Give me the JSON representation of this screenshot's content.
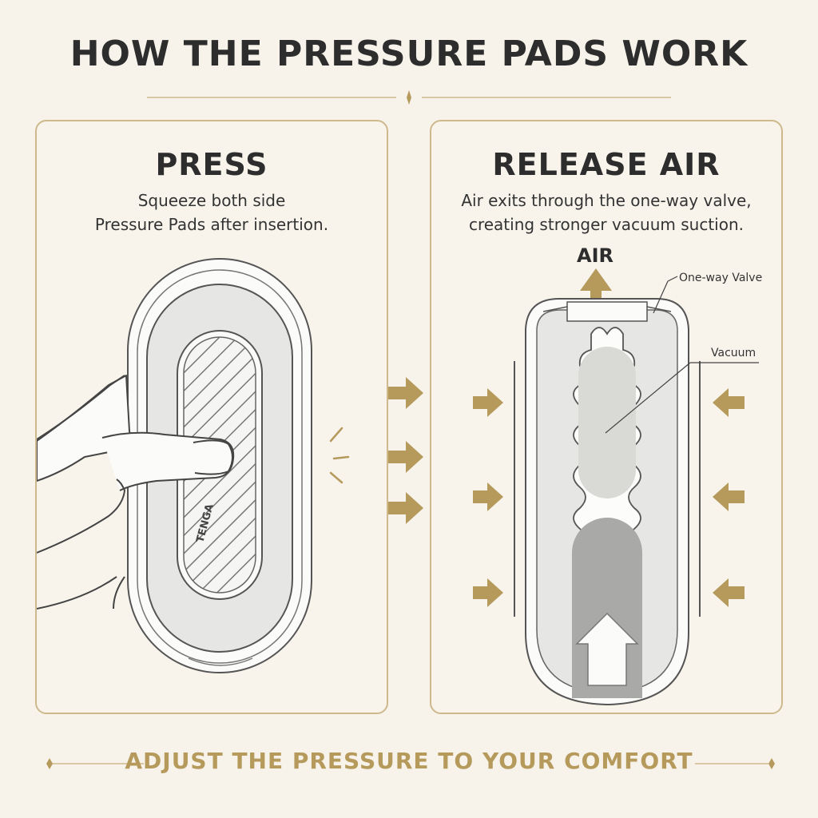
{
  "title": "HOW THE PRESSURE PADS WORK",
  "left_panel": {
    "heading": "PRESS",
    "desc_line1": "Squeeze both side",
    "desc_line2": "Pressure Pads after insertion.",
    "logo_text": "TENGA"
  },
  "right_panel": {
    "heading": "RELEASE AIR",
    "desc_line1": "Air exits through the one-way valve,",
    "desc_line2": "creating stronger vacuum suction.",
    "air_label": "AIR",
    "valve_label": "One-way Valve",
    "vacuum_label": "Vacuum"
  },
  "footer": "ADJUST THE PRESSURE TO YOUR COMFORT",
  "colors": {
    "background": "#f7f3ea",
    "accent_gold": "#b59a5c",
    "panel_border": "#cdb98c",
    "device_fill": "#e6e6e4",
    "text_dark": "#2d2d2d"
  },
  "icons": [
    "hand-icon",
    "pressure-arrow-icon",
    "air-arrow-icon",
    "diamond-ornament-icon"
  ]
}
